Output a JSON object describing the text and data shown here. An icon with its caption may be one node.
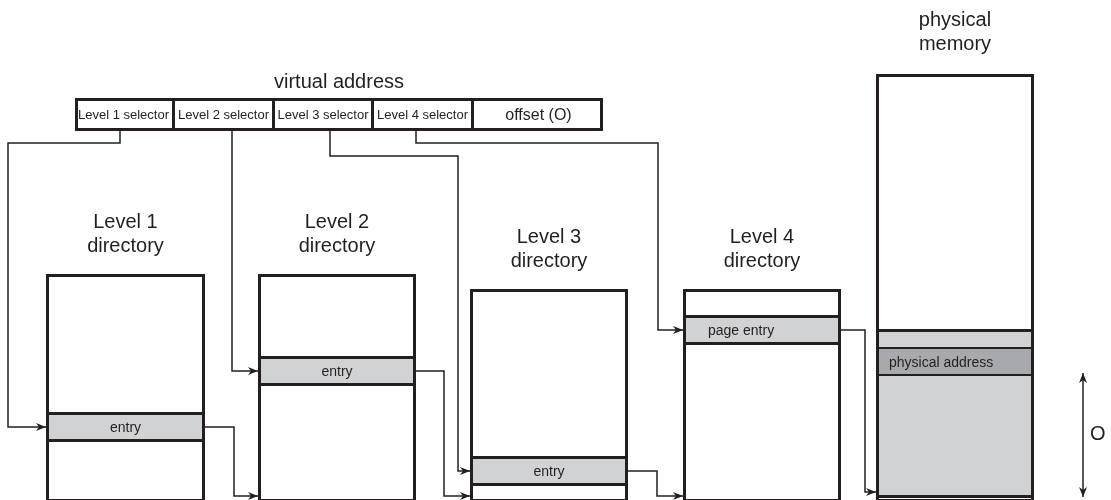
{
  "diagram": {
    "nodes": [
      {
        "text": [
          "virtual address"
        ]
      },
      {
        "text": [
          "Level 1 selector"
        ],
        "in": 0
      },
      {
        "text": [
          "Level 2 selector"
        ],
        "in": 0
      },
      {
        "text": [
          "Level 3 selector"
        ],
        "in": 0
      },
      {
        "text": [
          "Level 4 selector"
        ],
        "in": 0
      },
      {
        "text": [
          "offset (O)"
        ],
        "in": 0
      },
      {
        "text": [
          "Level 1 directory"
        ]
      },
      {
        "text": [
          "entry"
        ],
        "in": 6
      },
      {
        "text": [
          "Level 2 directory"
        ]
      },
      {
        "text": [
          "entry"
        ],
        "in": 8
      },
      {
        "text": [
          "Level 3 directory"
        ]
      },
      {
        "text": [
          "entry"
        ],
        "in": 10
      },
      {
        "text": [
          "Level 4 directory"
        ]
      },
      {
        "text": [
          "page entry"
        ],
        "in": 12
      },
      {
        "text": [
          "physical memory"
        ]
      },
      {
        "text": [],
        "shape": "box",
        "in": 14
      },
      {
        "text": [
          "physical address"
        ],
        "in": 15
      }
    ],
    "edges": [
      {
        "from": 1,
        "to": 7,
        "arrow": "to"
      },
      {
        "from": 7,
        "to": 8,
        "arrow": "to"
      },
      {
        "from": 2,
        "to": 9,
        "arrow": "to"
      },
      {
        "from": 9,
        "to": 10,
        "arrow": "to"
      },
      {
        "from": 3,
        "to": 11,
        "arrow": "to"
      },
      {
        "from": 11,
        "to": 12,
        "arrow": "to"
      },
      {
        "from": 4,
        "to": 13,
        "arrow": "to"
      },
      {
        "from": 13,
        "to": 15,
        "arrow": "to"
      }
    ],
    "labels": [
      "O"
    ]
  }
}
